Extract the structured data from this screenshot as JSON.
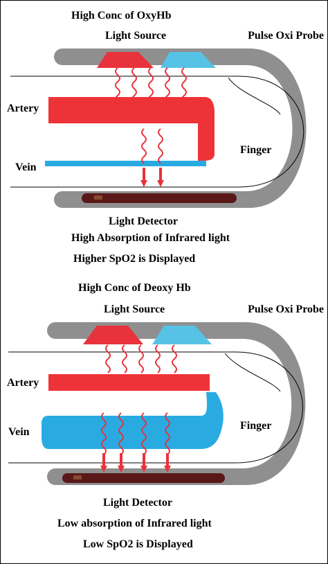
{
  "panels": [
    {
      "heading": "High Conc of OxyHb",
      "light_source": "Light Source",
      "probe": "Pulse Oxi Probe",
      "artery": "Artery",
      "finger": "Finger",
      "vein": "Vein",
      "detector": "Light Detector",
      "absorption": "High Absorption of Infrared light",
      "result": "Higher SpO2 is Displayed"
    },
    {
      "heading": "High Conc of Deoxy Hb",
      "light_source": "Light Source",
      "probe": "Pulse Oxi Probe",
      "artery": "Artery",
      "finger": "Finger",
      "vein": "Vein",
      "detector": "Light Detector",
      "absorption": "Low absorption of Infrared light",
      "result": "Low SpO2 is Displayed"
    }
  ],
  "colors": {
    "artery": "#ee3338",
    "vein": "#29abe2",
    "probe": "#8f8f8f",
    "detector": "#5a1818",
    "light_red": "#e8323c",
    "light_ir": "#56c2e6"
  }
}
